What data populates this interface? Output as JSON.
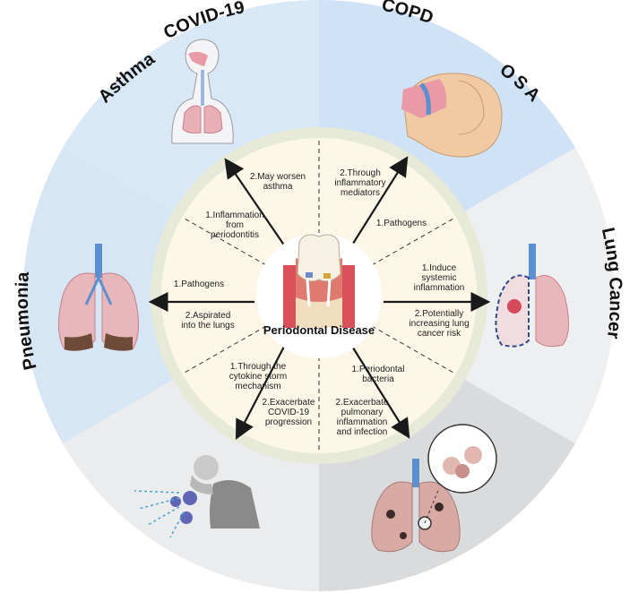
{
  "center": {
    "title": "Periodontal Disease"
  },
  "diseases": {
    "asthma": "Asthma",
    "osa": "OSA",
    "lung_cancer": "Lung Cancer",
    "copd": "COPD",
    "covid": "COVID-19",
    "pneumonia": "Pneumonia"
  },
  "mechanisms": {
    "asthma": {
      "m1": [
        "1.Inflammation",
        "from",
        "periodontitis"
      ],
      "m2": [
        "2.May worsen",
        "asthma"
      ]
    },
    "osa": {
      "m1": [
        "1.Pathogens"
      ],
      "m2": [
        "2.Through",
        "inflammatory",
        "mediators"
      ]
    },
    "lung_cancer": {
      "m1": [
        "1.Induce",
        "systemic",
        "inflammation"
      ],
      "m2": [
        "2.Potentially",
        "increasing lung",
        "cancer risk"
      ]
    },
    "copd": {
      "m1": [
        "1.Periodontal",
        "bacteria"
      ],
      "m2": [
        "2.Exacerbate",
        "pulmonary",
        "inflammation",
        "and infection"
      ]
    },
    "covid": {
      "m1": [
        "1.Through the",
        "cytokine storm",
        "mechanism"
      ],
      "m2": [
        "2.Exacerbate",
        "COVID-19",
        "progression"
      ]
    },
    "pneumonia": {
      "m1": [
        "1.Pathogens"
      ],
      "m2": [
        "2.Aspirated",
        "into the lungs"
      ]
    }
  },
  "colors": {
    "sector_light": "#dbe9f7",
    "sector_blue": "#cfe2f6",
    "sector_gray_light": "#eeeff1",
    "sector_gray_dark": "#dadbdd",
    "inner_fill": "#fcf7e6",
    "inner_ring": "#e5e9d4",
    "arrow": "#1a1a1a",
    "lung_pink": "#e8b7bb",
    "trachea_blue": "#5b8fd0"
  },
  "icons": {
    "center": "tooth-icon",
    "asthma": "respiratory-system-icon",
    "osa": "head-airway-icon",
    "lung_cancer": "lung-tumor-icon",
    "copd": "copd-lungs-icon",
    "covid": "coughing-person-icon",
    "pneumonia": "pneumonia-lungs-icon"
  }
}
